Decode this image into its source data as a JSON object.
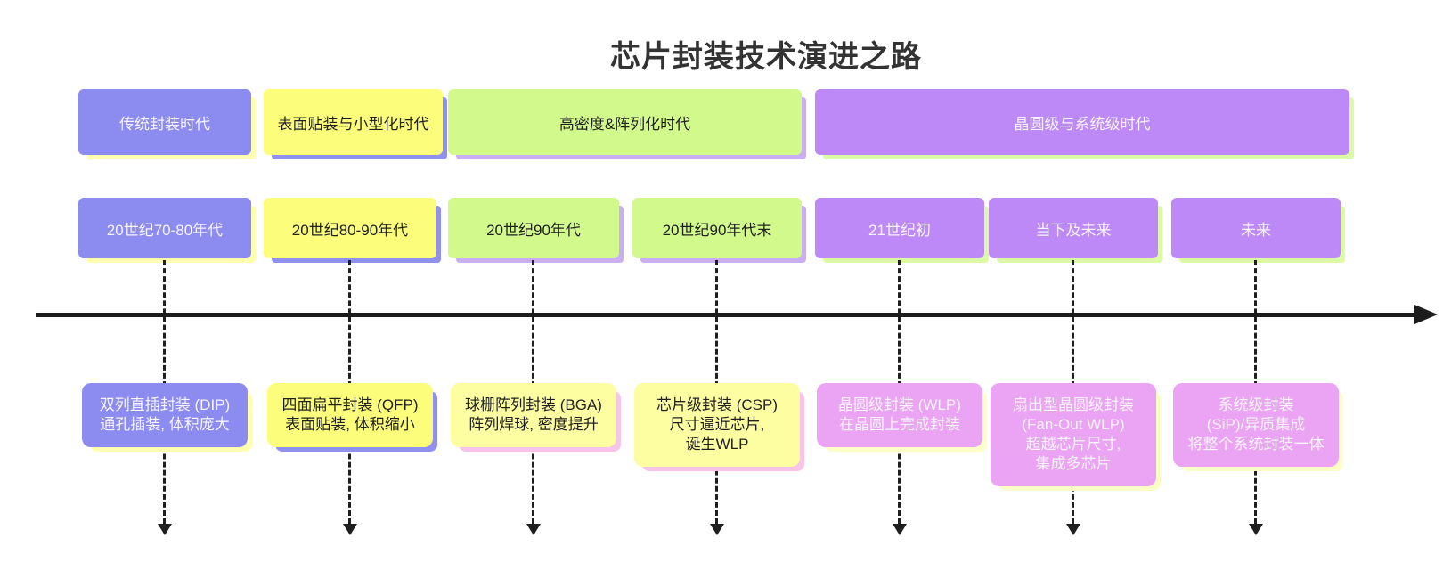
{
  "title": "芯片封装技术演进之路",
  "colors": {
    "blue": "#8b8bf0",
    "yellow": "#fdfd7c",
    "green": "#d2f98c",
    "purple": "#bd89f6",
    "pale_yellow": "#fdfda2",
    "orchid": "#eaa4f3",
    "axis": "#1c1c1c",
    "title_text": "#333333"
  },
  "sections": [
    {
      "label": "传统封装时代"
    },
    {
      "label": "表面贴装与小型化时代"
    },
    {
      "label": "高密度&阵列化时代"
    },
    {
      "label": "晶圆级与系统级时代"
    }
  ],
  "columns": [
    {
      "period": "20世纪70-80年代",
      "desc": [
        "双列直插封装 (DIP)",
        "通孔插装, 体积庞大"
      ]
    },
    {
      "period": "20世纪80-90年代",
      "desc": [
        "四面扁平封装 (QFP)",
        "表面贴装, 体积缩小"
      ]
    },
    {
      "period": "20世纪90年代",
      "desc": [
        "球栅阵列封装 (BGA)",
        "阵列焊球, 密度提升"
      ]
    },
    {
      "period": "20世纪90年代末",
      "desc": [
        "芯片级封装 (CSP)",
        "尺寸逼近芯片,",
        "诞生WLP"
      ]
    },
    {
      "period": "21世纪初",
      "desc": [
        "晶圆级封装 (WLP)",
        "在晶圆上完成封装"
      ]
    },
    {
      "period": "当下及未来",
      "desc": [
        "扇出型晶圆级封装",
        "(Fan-Out WLP)",
        "超越芯片尺寸,",
        "集成多芯片"
      ]
    },
    {
      "period": "未来",
      "desc": [
        "系统级封装",
        "(SiP)/异质集成",
        "将整个系统封装一体"
      ]
    }
  ]
}
